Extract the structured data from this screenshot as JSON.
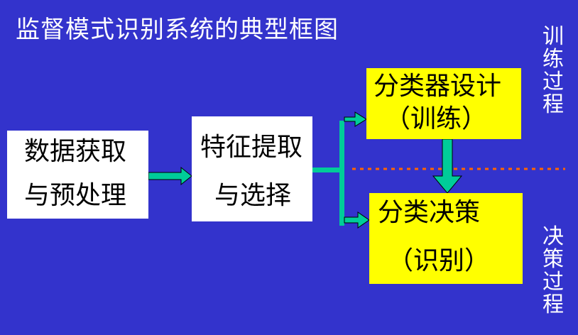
{
  "title": "监督模式识别系统的典型框图",
  "boxes": {
    "acquisition": {
      "line1": "数据获取",
      "line2": "与预处理"
    },
    "feature": {
      "line1": "特征提取",
      "line2": "与选择"
    },
    "classifier_design": {
      "line1": "分类器设计",
      "line2": "（训练）"
    },
    "decision": {
      "line1": "分类决策",
      "line2": "（识别）"
    }
  },
  "side_labels": {
    "training": [
      "训",
      "练",
      "过",
      "程"
    ],
    "decision": [
      "决",
      "策",
      "过",
      "程"
    ]
  },
  "colors": {
    "background": "#3333cc",
    "arrow": "#00cc99",
    "box_white": "#ffffff",
    "box_yellow": "#ffff00",
    "divider": "#ff6600"
  }
}
